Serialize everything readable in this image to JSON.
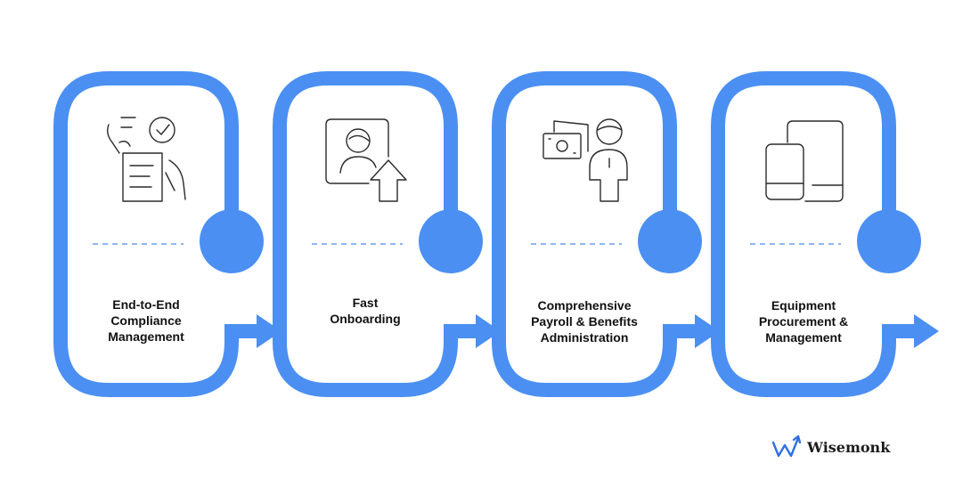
{
  "colors": {
    "accent": "#4b8ff2",
    "divider": "#8fb6f5",
    "icon_stroke": "#2a2a2a",
    "text": "#111111"
  },
  "steps": [
    {
      "label": "End-to-End\nCompliance\nManagement",
      "icon": "checklist-document-icon"
    },
    {
      "label": "Fast\nOnboarding",
      "icon": "profile-upload-icon"
    },
    {
      "label": "Comprehensive\nPayroll & Benefits\nAdministration",
      "icon": "person-money-icon"
    },
    {
      "label": "Equipment\nProcurement &\nManagement",
      "icon": "devices-icon"
    }
  ],
  "brand": {
    "name": "Wisemonk",
    "logo_icon": "wisemonk-logo-icon"
  }
}
